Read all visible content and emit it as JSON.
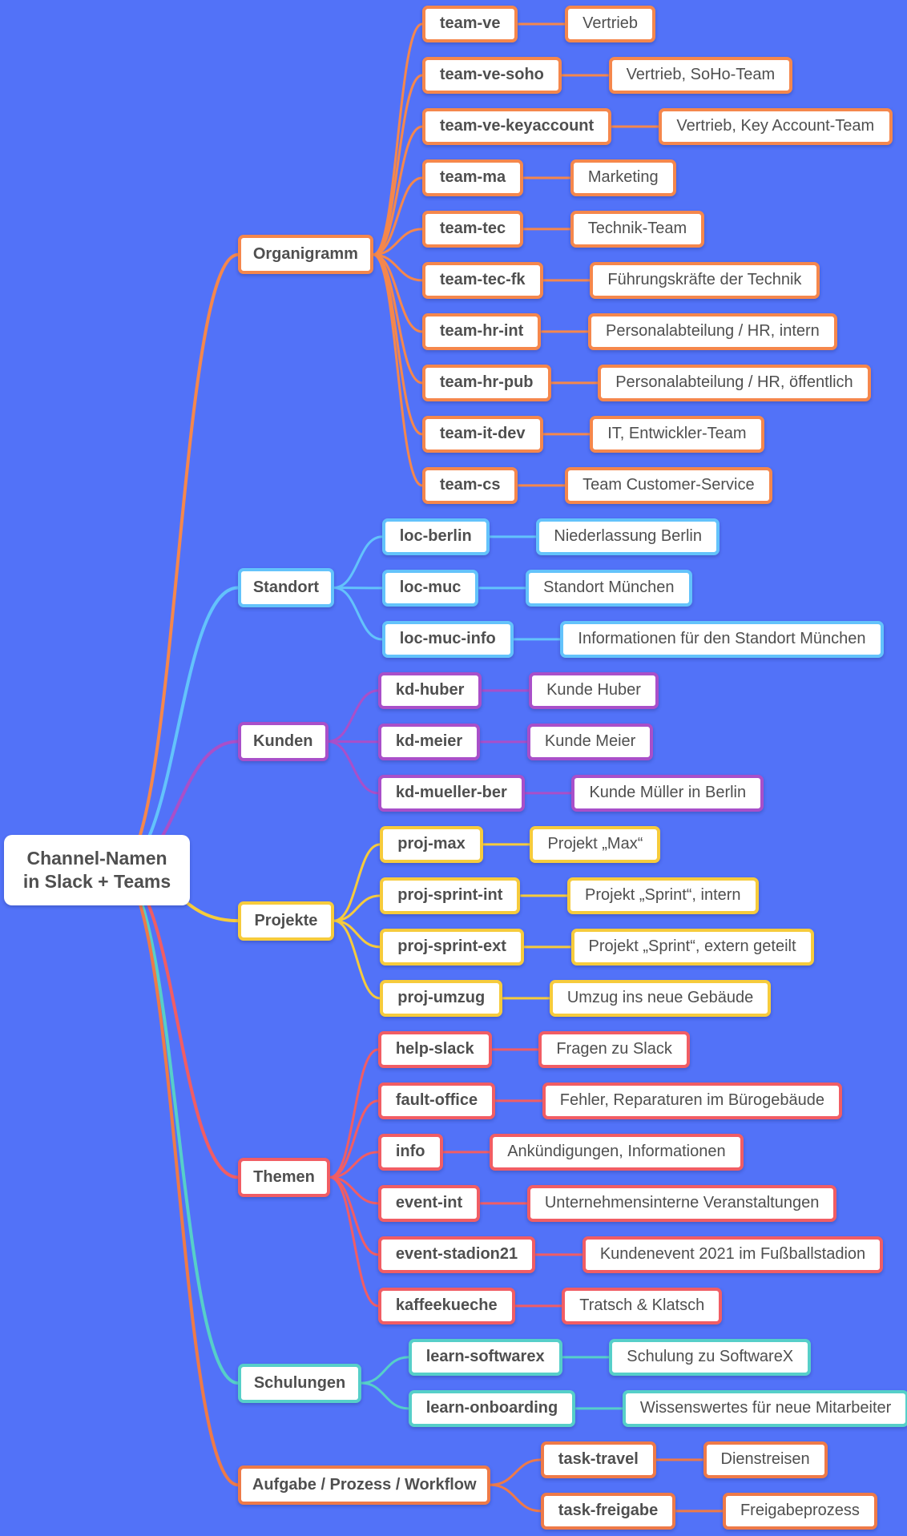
{
  "root": {
    "line1": "Channel-Namen",
    "line2": "in Slack + Teams"
  },
  "categories": [
    {
      "key": "organigramm",
      "label": "Organigramm",
      "color": "#f5874c",
      "children": [
        {
          "name": "team-ve",
          "desc": "Vertrieb"
        },
        {
          "name": "team-ve-soho",
          "desc": "Vertrieb, SoHo-Team"
        },
        {
          "name": "team-ve-keyaccount",
          "desc": "Vertrieb, Key Account-Team"
        },
        {
          "name": "team-ma",
          "desc": "Marketing"
        },
        {
          "name": "team-tec",
          "desc": "Technik-Team"
        },
        {
          "name": "team-tec-fk",
          "desc": "Führungskräfte der Technik"
        },
        {
          "name": "team-hr-int",
          "desc": "Personalabteilung / HR, intern"
        },
        {
          "name": "team-hr-pub",
          "desc": "Personalabteilung / HR, öffentlich"
        },
        {
          "name": "team-it-dev",
          "desc": "IT, Entwickler-Team"
        },
        {
          "name": "team-cs",
          "desc": "Team Customer-Service"
        }
      ]
    },
    {
      "key": "standort",
      "label": "Standort",
      "color": "#63c3fb",
      "children": [
        {
          "name": "loc-berlin",
          "desc": "Niederlassung Berlin"
        },
        {
          "name": "loc-muc",
          "desc": "Standort München"
        },
        {
          "name": "loc-muc-info",
          "desc": "Informationen für den Standort München"
        }
      ]
    },
    {
      "key": "kunden",
      "label": "Kunden",
      "color": "#a94fc9",
      "children": [
        {
          "name": "kd-huber",
          "desc": "Kunde Huber"
        },
        {
          "name": "kd-meier",
          "desc": "Kunde Meier"
        },
        {
          "name": "kd-mueller-ber",
          "desc": "Kunde Müller in Berlin"
        }
      ]
    },
    {
      "key": "projekte",
      "label": "Projekte",
      "color": "#f6cb3c",
      "children": [
        {
          "name": "proj-max",
          "desc": "Projekt „Max“"
        },
        {
          "name": "proj-sprint-int",
          "desc": "Projekt „Sprint“, intern"
        },
        {
          "name": "proj-sprint-ext",
          "desc": "Projekt „Sprint“, extern geteilt"
        },
        {
          "name": "proj-umzug",
          "desc": "Umzug ins neue Gebäude"
        }
      ]
    },
    {
      "key": "themen",
      "label": "Themen",
      "color": "#f15d64",
      "children": [
        {
          "name": "help-slack",
          "desc": "Fragen zu Slack"
        },
        {
          "name": "fault-office",
          "desc": "Fehler, Reparaturen im Bürogebäude"
        },
        {
          "name": "info",
          "desc": "Ankündigungen, Informationen"
        },
        {
          "name": "event-int",
          "desc": "Unternehmensinterne Veranstaltungen"
        },
        {
          "name": "event-stadion21",
          "desc": "Kundenevent 2021 im Fußballstadion"
        },
        {
          "name": "kaffeekueche",
          "desc": "Tratsch & Klatsch"
        }
      ]
    },
    {
      "key": "schulungen",
      "label": "Schulungen",
      "color": "#56cfc9",
      "children": [
        {
          "name": "learn-softwarex",
          "desc": "Schulung zu SoftwareX"
        },
        {
          "name": "learn-onboarding",
          "desc": "Wissenswertes für neue Mitarbeiter"
        }
      ]
    },
    {
      "key": "aufgabe",
      "label": "Aufgabe / Prozess / Workflow",
      "color": "#ee7a48",
      "children": [
        {
          "name": "task-travel",
          "desc": "Dienstreisen"
        },
        {
          "name": "task-freigabe",
          "desc": "Freigabeprozess"
        }
      ]
    }
  ]
}
